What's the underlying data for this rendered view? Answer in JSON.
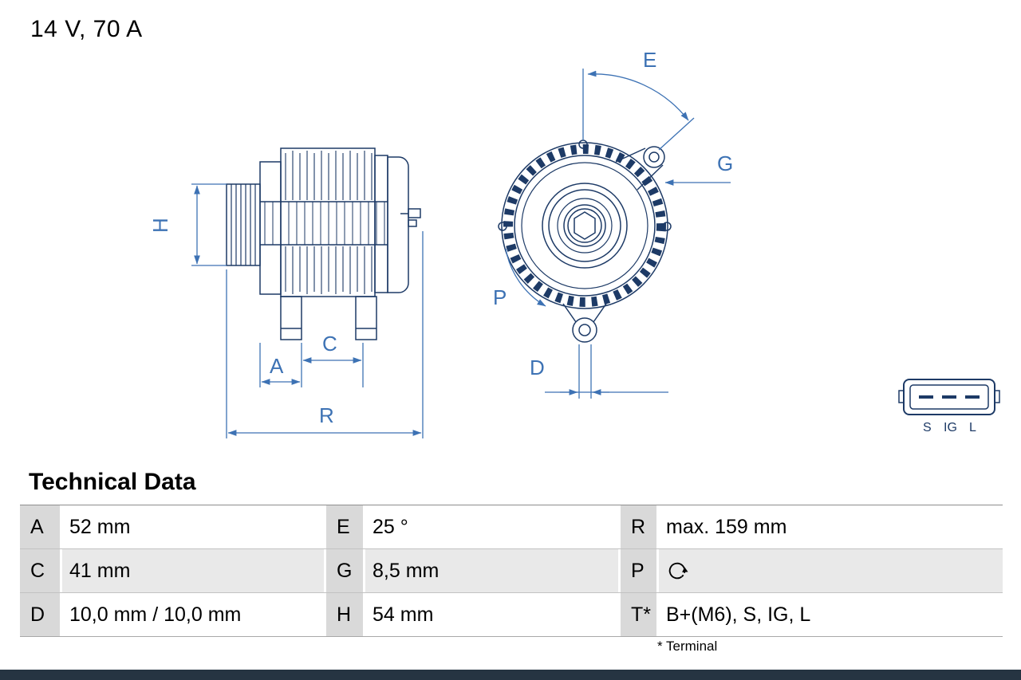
{
  "header": {
    "rating": "14 V, 70 A"
  },
  "diagram": {
    "labels": {
      "H": "H",
      "A": "A",
      "C": "C",
      "R": "R",
      "E": "E",
      "G": "G",
      "P": "P",
      "D": "D"
    },
    "connector": {
      "pins": [
        "S",
        "IG",
        "L"
      ]
    }
  },
  "technical_data": {
    "title": "Technical Data",
    "rows": [
      [
        {
          "key": "A",
          "value": "52 mm"
        },
        {
          "key": "E",
          "value": "25 °"
        },
        {
          "key": "R",
          "value": "max. 159 mm"
        }
      ],
      [
        {
          "key": "C",
          "value": "41 mm"
        },
        {
          "key": "G",
          "value": "8,5 mm"
        },
        {
          "key": "P",
          "value": "",
          "icon": "rotation-direction"
        }
      ],
      [
        {
          "key": "D",
          "value": "10,0 mm / 10,0 mm"
        },
        {
          "key": "H",
          "value": "54 mm"
        },
        {
          "key": "T*",
          "value": "B+(M6), S, IG, L"
        }
      ]
    ],
    "footnote": "* Terminal"
  },
  "colors": {
    "drawing_line": "#1d3a66",
    "dimension": "#3d72b4",
    "key_cell_bg": "#d9d9d9",
    "alt_row_bg": "#e9e9e9",
    "bottom_bar": "#263442"
  }
}
